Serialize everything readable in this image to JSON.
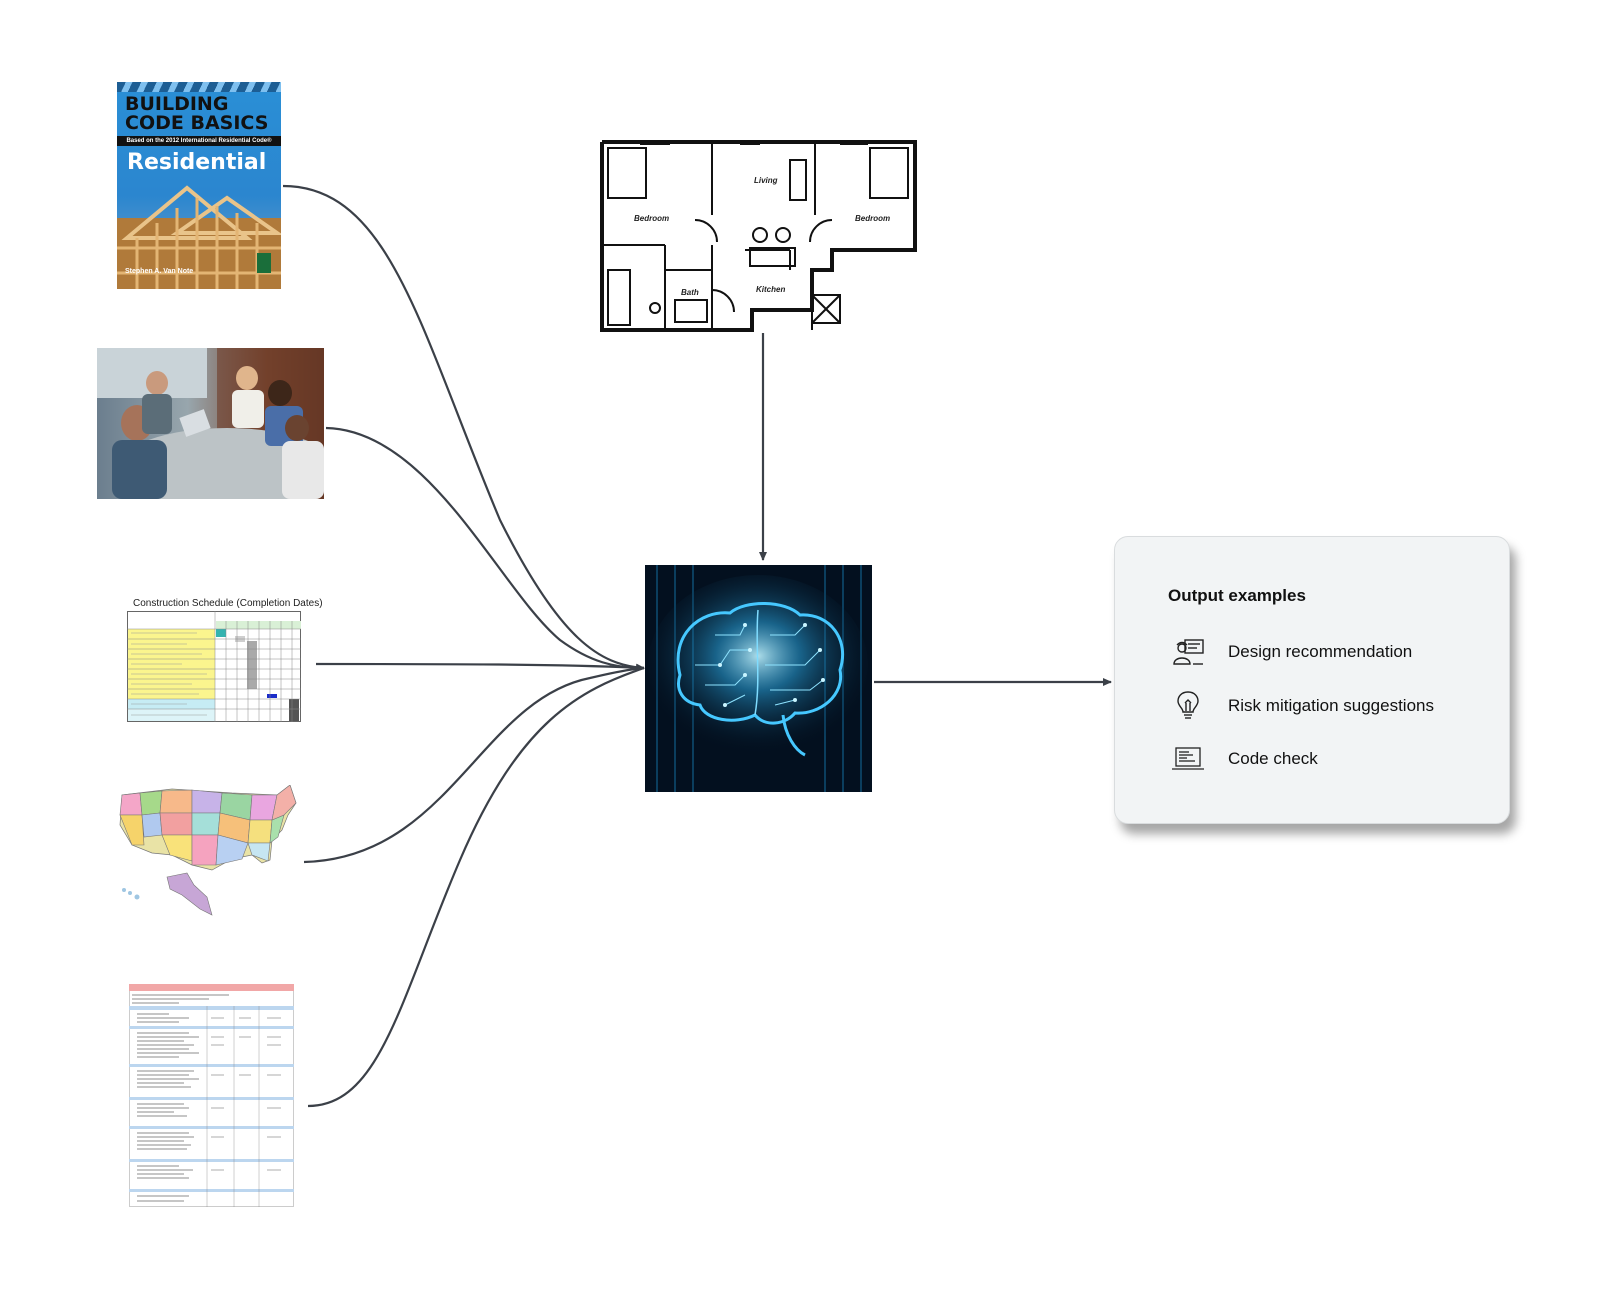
{
  "inputs": {
    "book": {
      "title_line1": "BUILDING",
      "title_line2": "CODE BASICS",
      "subtitle": "Based on the 2012 International Residential Code®",
      "edition": "Residential",
      "author": "Stephen A. Van Note"
    },
    "schedule": {
      "title": "Construction Schedule (Completion Dates)"
    }
  },
  "floorplan": {
    "rooms": [
      "Living",
      "Bedroom",
      "Bedroom",
      "Bath",
      "Kitchen"
    ]
  },
  "output_card": {
    "heading": "Output examples",
    "items": [
      {
        "label": "Design recommendation",
        "icon": "engineer-blueprint-icon"
      },
      {
        "label": "Risk mitigation suggestions",
        "icon": "lightbulb-icon"
      },
      {
        "label": "Code check",
        "icon": "laptop-icon"
      }
    ]
  },
  "colors": {
    "connector": "#3b4048",
    "card_background": "#f2f4f5",
    "brain_glow": "#38c6ff"
  }
}
